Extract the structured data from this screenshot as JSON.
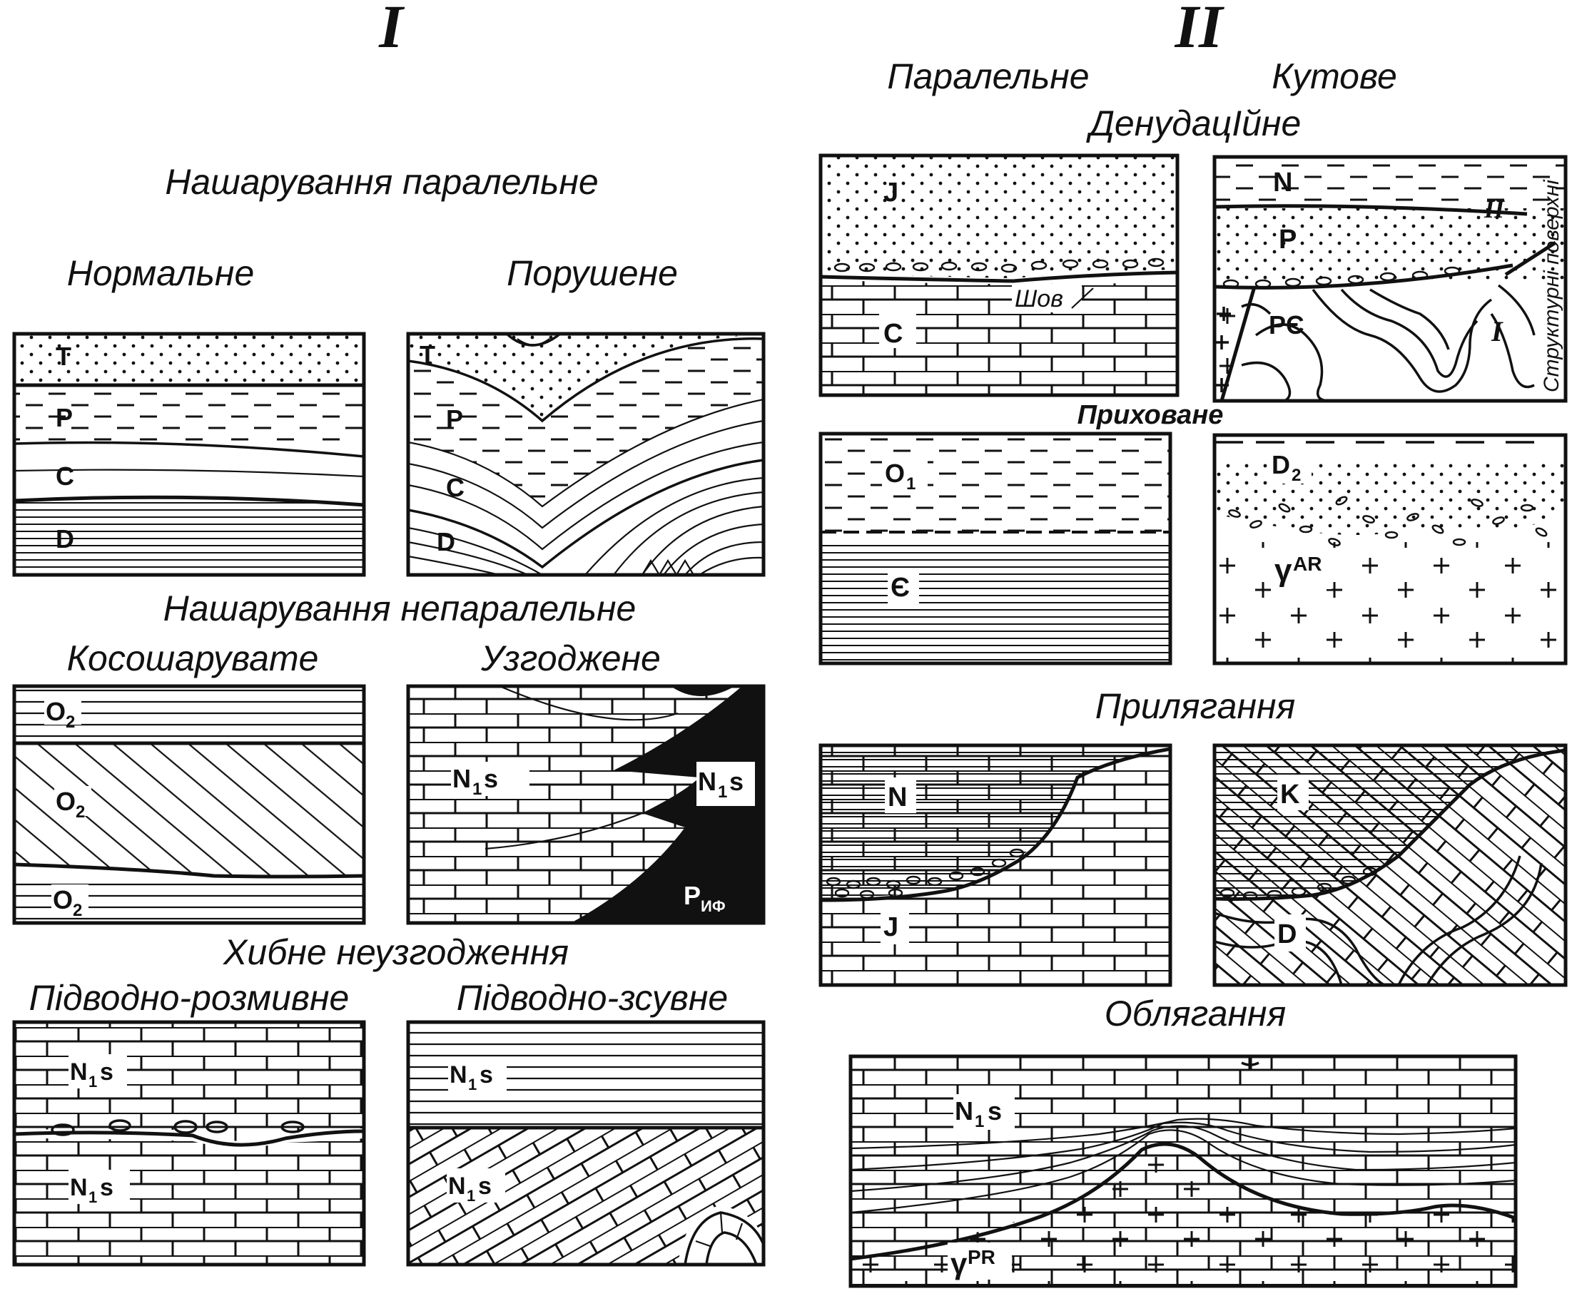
{
  "section_I": "I",
  "section_II": "II",
  "titles": {
    "parallel_bedding": "Нашарування паралельне",
    "normal": "Нормальне",
    "disturbed": "Порушене",
    "nonparallel_bedding": "Нашарування непаралельне",
    "cross_bedded": "Косошарувате",
    "conformable": "Узгоджене",
    "false_unconformity": "Хибне неузгодження",
    "underwater_erosional": "Підводно-розмивне",
    "underwater_slump": "Підводно-зсувне",
    "parallel": "Паралельне",
    "angular": "Кутове",
    "denudational": "ДенудацІйне",
    "hidden": "Приховане",
    "onlap": "Прилягання",
    "overlap": "Облягання"
  },
  "labels": {
    "T": "T",
    "P": "P",
    "C": "C",
    "D": "D",
    "O2": "O",
    "sub2": "2",
    "N1s_N": "N",
    "N1s_1": "1",
    "N1s_s": "s",
    "P_if": "P",
    "if": "ИФ",
    "J": "J",
    "shov": "Шов",
    "N": "N",
    "PE": "PЄ",
    "roman2": "II",
    "roman1": "I",
    "structural_surfaces": "Структурні поверхні",
    "O1": "O",
    "sub1": "1",
    "E": "Є",
    "D2": "D",
    "gammaAR": "γ",
    "AR": "AR",
    "K": "K",
    "gammaPR": "γ",
    "PR": "PR"
  }
}
